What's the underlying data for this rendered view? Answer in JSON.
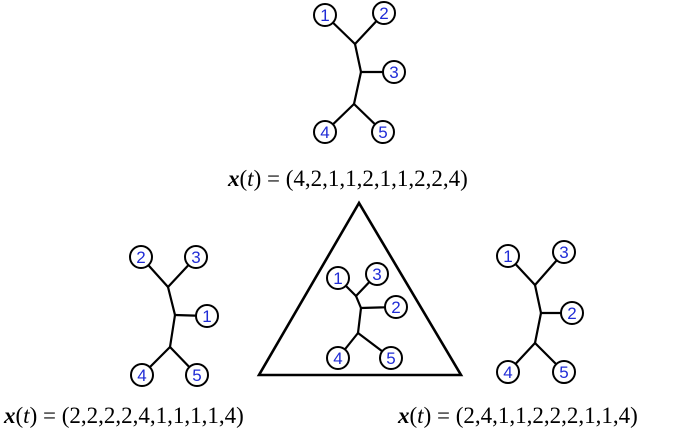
{
  "diagram": {
    "formula_prefix": "x",
    "formula_var": "t",
    "trees": [
      {
        "id": "top",
        "leaves": [
          "1",
          "2",
          "3",
          "4",
          "5"
        ],
        "formula_value": "(4,2,1,1,2,1,1,2,2,4)"
      },
      {
        "id": "left",
        "leaves": [
          "2",
          "3",
          "1",
          "4",
          "5"
        ],
        "formula_value": "(2,2,2,2,4,1,1,1,1,4)"
      },
      {
        "id": "center",
        "leaves": [
          "1",
          "3",
          "2",
          "4",
          "5"
        ],
        "formula_value": ""
      },
      {
        "id": "right",
        "leaves": [
          "1",
          "3",
          "2",
          "4",
          "5"
        ],
        "formula_value": "(2,4,1,1,2,2,2,1,1,4)"
      }
    ]
  }
}
